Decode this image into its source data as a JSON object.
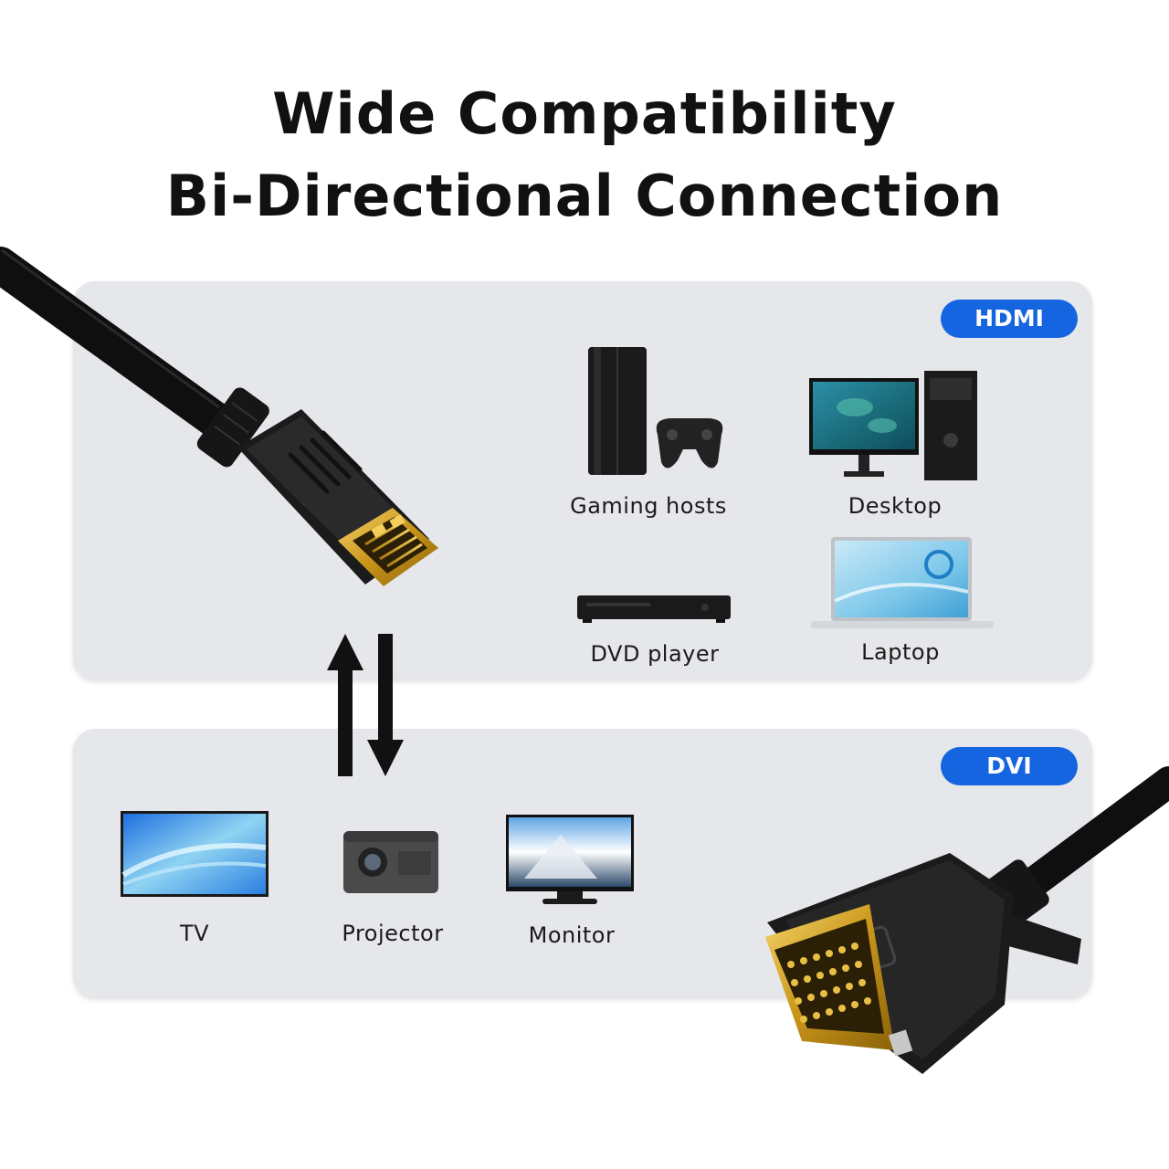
{
  "heading": {
    "line1": "Wide Compatibility",
    "line2": "Bi-Directional Connection"
  },
  "hdmi_section": {
    "badge": "HDMI",
    "devices": [
      {
        "label": "Gaming hosts",
        "icon": "game-console-icon"
      },
      {
        "label": "Desktop",
        "icon": "desktop-computer-icon"
      },
      {
        "label": "DVD player",
        "icon": "dvd-player-icon"
      },
      {
        "label": "Laptop",
        "icon": "laptop-icon"
      }
    ]
  },
  "dvi_section": {
    "badge": "DVI",
    "devices": [
      {
        "label": "TV",
        "icon": "tv-icon"
      },
      {
        "label": "Projector",
        "icon": "projector-icon"
      },
      {
        "label": "Monitor",
        "icon": "monitor-icon"
      }
    ]
  },
  "colors": {
    "badge_blue": "#1565e0",
    "panel_gray": "#e6e7ea",
    "connector_gold": "#d4a017"
  }
}
